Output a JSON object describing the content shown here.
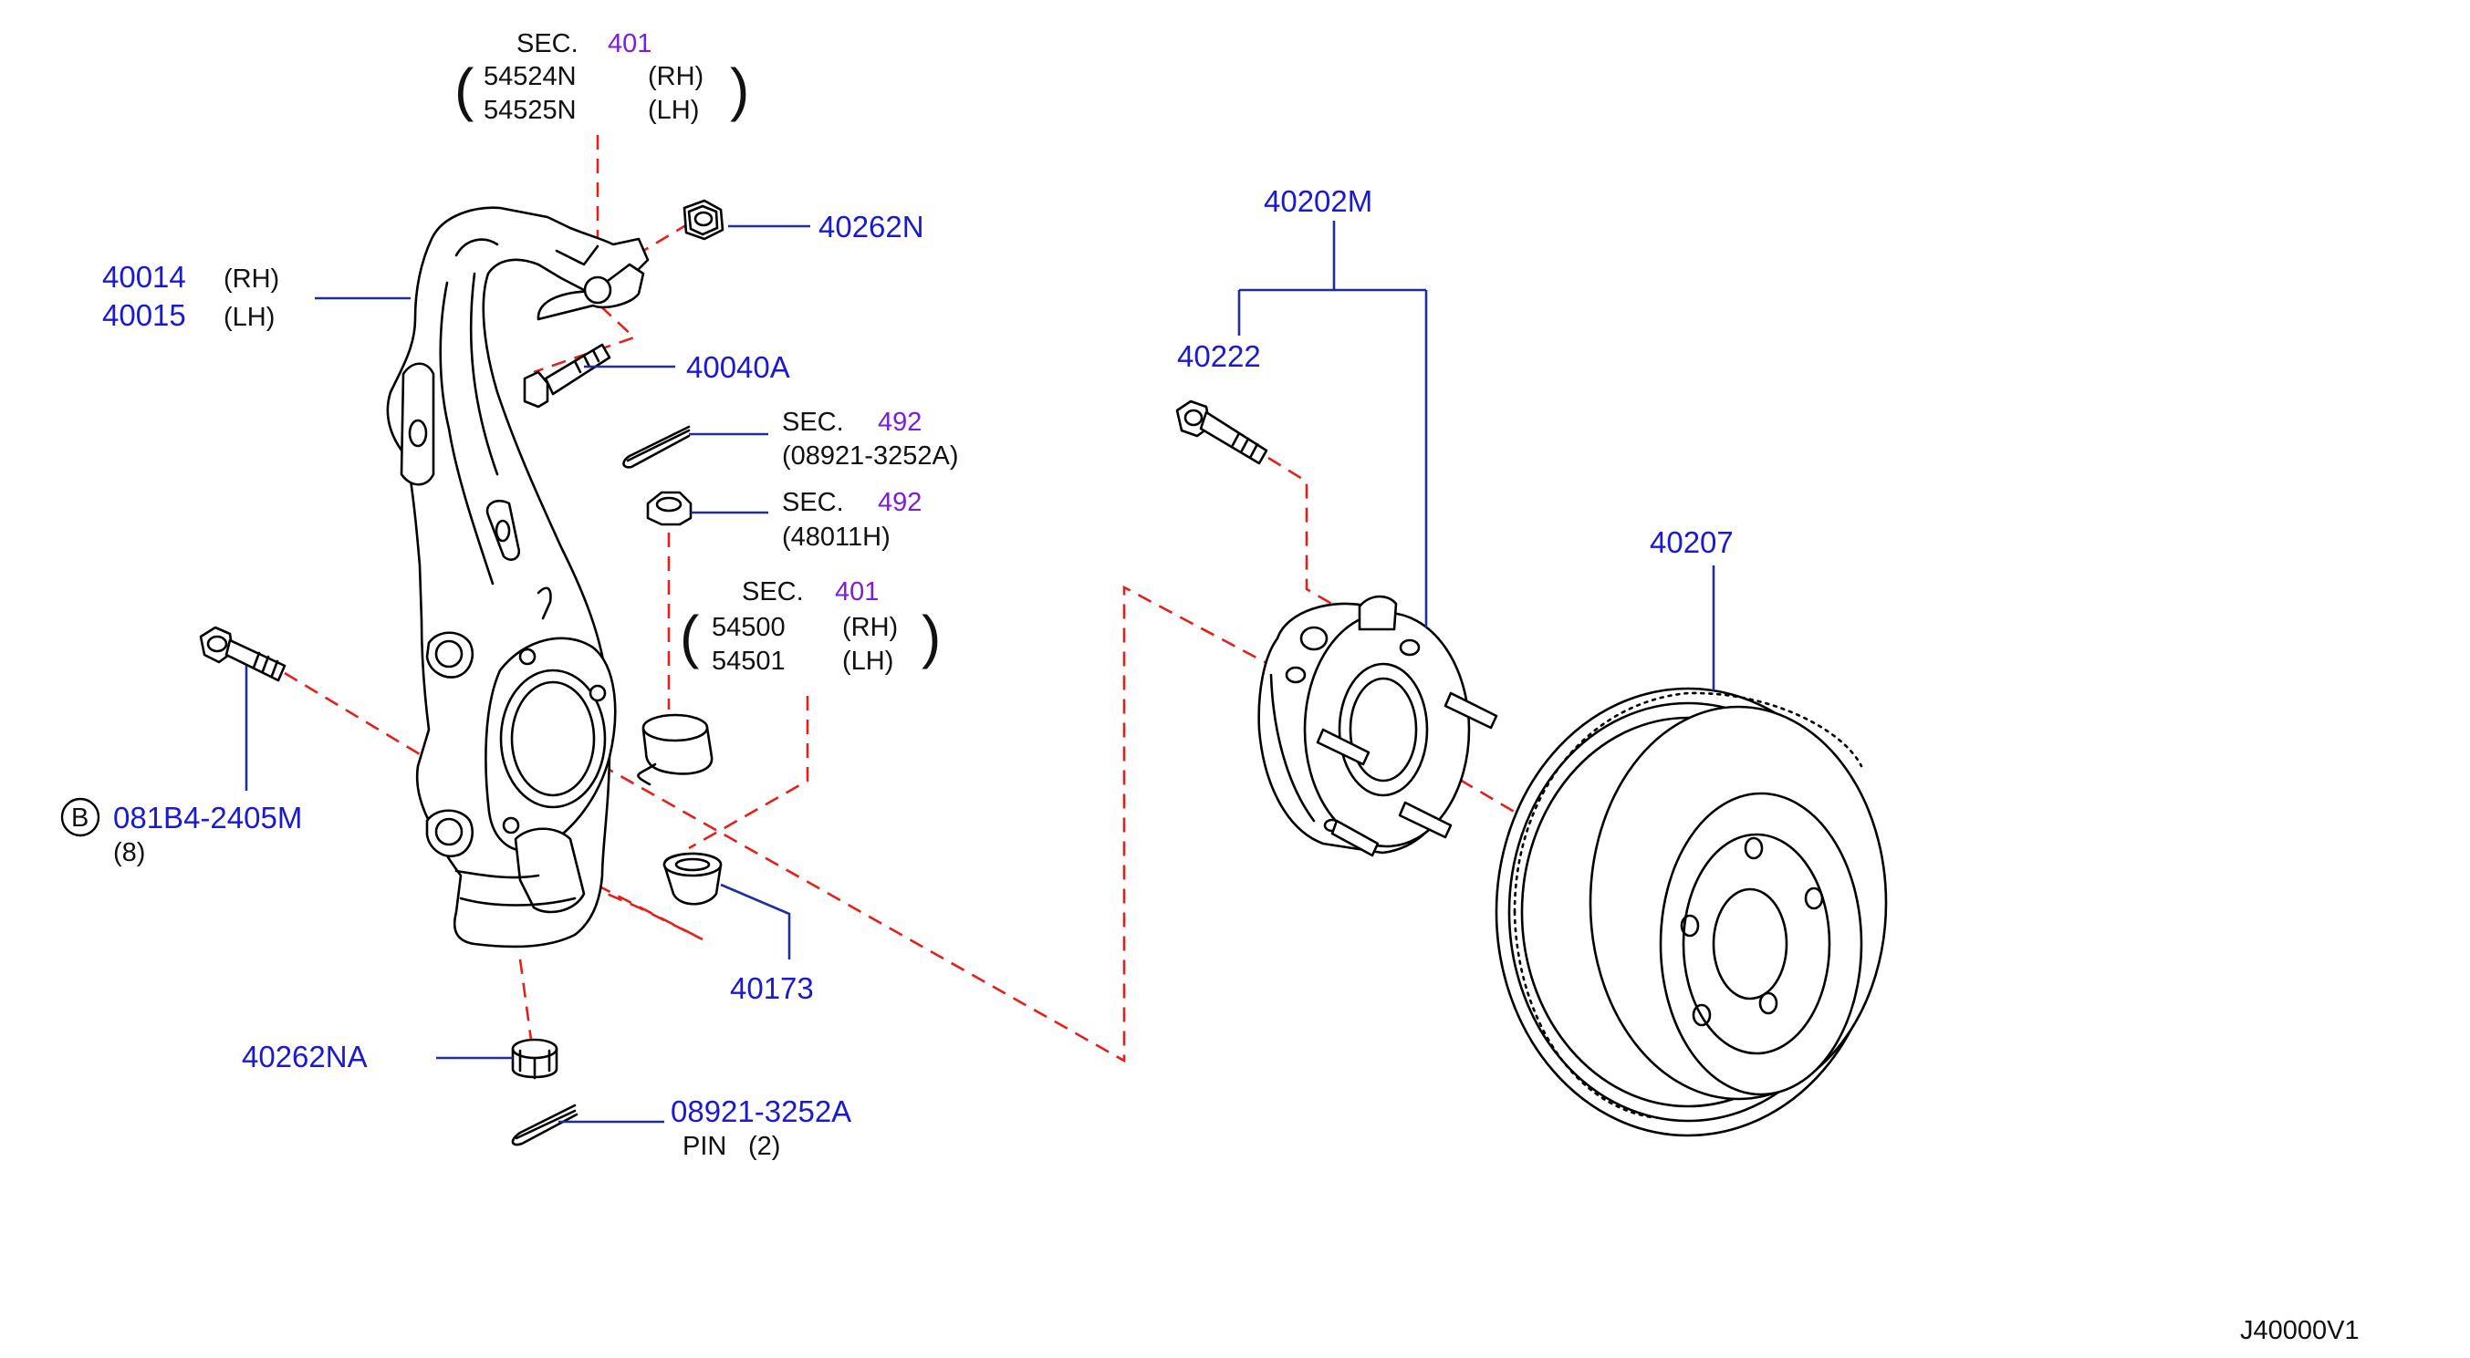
{
  "colors": {
    "part_number": "#1a1ad2",
    "section_number": "#7a1fd8",
    "text": "#111111",
    "leader": "#1d2f9e",
    "dashed_connector": "#e2211c",
    "outline": "#000000"
  },
  "labels": {
    "sec_top": {
      "sec": "SEC.",
      "num": "401",
      "line1_code": "54524N",
      "line1_side": "(RH)",
      "line2_code": "54525N",
      "line2_side": "(LH)"
    },
    "knuckle": {
      "code_rh": "40014",
      "side_rh": "(RH)",
      "code_lh": "40015",
      "side_lh": "(LH)"
    },
    "nut_top": "40262N",
    "bolt_top": "40040A",
    "sec_pin": {
      "sec": "SEC.",
      "num": "492",
      "ref": "(08921-3252A)"
    },
    "sec_nut": {
      "sec": "SEC.",
      "num": "492",
      "ref": "(48011H)"
    },
    "sec_mid": {
      "sec": "SEC.",
      "num": "401",
      "line1_code": "54500",
      "line1_side": "(RH)",
      "line2_code": "54501",
      "line2_side": "(LH)"
    },
    "bolt_left": {
      "circle": "B",
      "code": "081B4-2405M",
      "qty": "(8)"
    },
    "bushing": "40173",
    "nut_bottom": "40262NA",
    "pin_bottom": {
      "code": "08921-3252A",
      "name": "PIN",
      "qty": "(2)"
    },
    "hub_assembly": "40202M",
    "hub_bolt": "40222",
    "rotor": "40207",
    "diagram_id": "J40000V1"
  }
}
